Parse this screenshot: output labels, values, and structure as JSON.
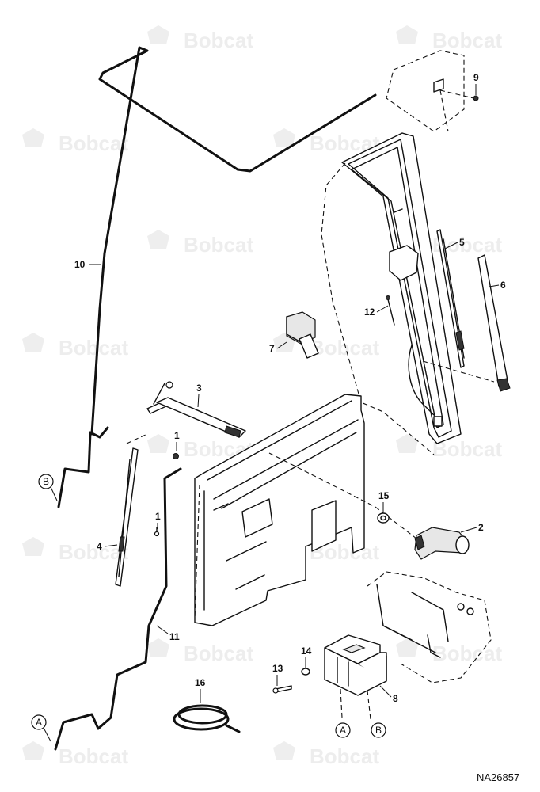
{
  "watermark": {
    "text": "Bobcat"
  },
  "callouts": [
    {
      "id": "c1a",
      "label": "1"
    },
    {
      "id": "c1b",
      "label": "1"
    },
    {
      "id": "c2",
      "label": "2"
    },
    {
      "id": "c3",
      "label": "3"
    },
    {
      "id": "c4",
      "label": "4"
    },
    {
      "id": "c5",
      "label": "5"
    },
    {
      "id": "c6",
      "label": "6"
    },
    {
      "id": "c7",
      "label": "7"
    },
    {
      "id": "c8",
      "label": "8"
    },
    {
      "id": "c9",
      "label": "9"
    },
    {
      "id": "c10",
      "label": "10"
    },
    {
      "id": "c11",
      "label": "11"
    },
    {
      "id": "c12",
      "label": "12"
    },
    {
      "id": "c13",
      "label": "13"
    },
    {
      "id": "c14",
      "label": "14"
    },
    {
      "id": "c15",
      "label": "15"
    },
    {
      "id": "c16",
      "label": "16"
    }
  ],
  "connectors": [
    {
      "id": "B-left",
      "label": "B"
    },
    {
      "id": "A-left",
      "label": "A"
    },
    {
      "id": "A-bottom",
      "label": "A"
    },
    {
      "id": "B-bottom",
      "label": "B"
    }
  ],
  "reference_code": "NA26857"
}
